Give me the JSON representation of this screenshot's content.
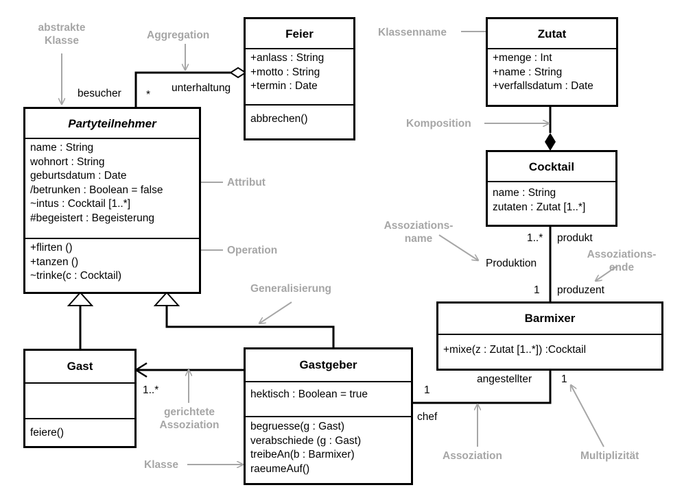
{
  "colors": {
    "line": "#000000",
    "annotation": "#a6a6a6",
    "background": "#ffffff"
  },
  "classes": {
    "partyteilnehmer": {
      "name": "Partyteilnehmer",
      "attributes": [
        "name : String",
        "wohnort : String",
        "geburtsdatum : Date",
        "/betrunken : Boolean = false",
        "~intus : Cocktail [1..*]",
        "#begeistert : Begeisterung"
      ],
      "operations": [
        "+flirten ()",
        "+tanzen ()",
        "~trinke(c : Cocktail)"
      ]
    },
    "feier": {
      "name": "Feier",
      "attributes": [
        "+anlass : String",
        "+motto : String",
        "+termin : Date"
      ],
      "operations": [
        "abbrechen()"
      ]
    },
    "zutat": {
      "name": "Zutat",
      "attributes": [
        "+menge : Int",
        "+name : String",
        "+verfallsdatum : Date"
      ]
    },
    "cocktail": {
      "name": "Cocktail",
      "attributes": [
        "name : String",
        "zutaten : Zutat [1..*]"
      ]
    },
    "barmixer": {
      "name": "Barmixer",
      "operations": [
        "+mixe(z : Zutat [1..*]) :Cocktail"
      ]
    },
    "gast": {
      "name": "Gast",
      "operations": [
        "feiere()"
      ]
    },
    "gastgeber": {
      "name": "Gastgeber",
      "attributes": [
        "hektisch : Boolean = true"
      ],
      "operations": [
        "begruesse(g : Gast)",
        "verabschiede (g : Gast)",
        "treibeAn(b : Barmixer)",
        "raeumeAuf()"
      ]
    }
  },
  "edge_labels": {
    "besucher": "besucher",
    "besucher_mult": "*",
    "unterhaltung": "unterhaltung",
    "produkt_mult": "1..*",
    "produkt": "produkt",
    "produktion": "Produktion",
    "produzent_mult": "1",
    "produzent": "produzent",
    "angestellter": "angestellter",
    "angestellter_mult": "1",
    "chef_mult": "1",
    "chef": "chef",
    "gast_mult": "1..*"
  },
  "annotations": {
    "abstrakte_klasse": "abstrakte\nKlasse",
    "aggregation": "Aggregation",
    "klassenname": "Klassenname",
    "komposition": "Komposition",
    "attribut": "Attribut",
    "operation": "Operation",
    "assoziationsname": "Assoziations-\nname",
    "assoziationsende": "Assoziations-\nende",
    "generalisierung": "Generalisierung",
    "gerichtete_assoziation": "gerichtete\nAssoziation",
    "klasse": "Klasse",
    "assoziation": "Assoziation",
    "multiplizitaet": "Multiplizität"
  }
}
